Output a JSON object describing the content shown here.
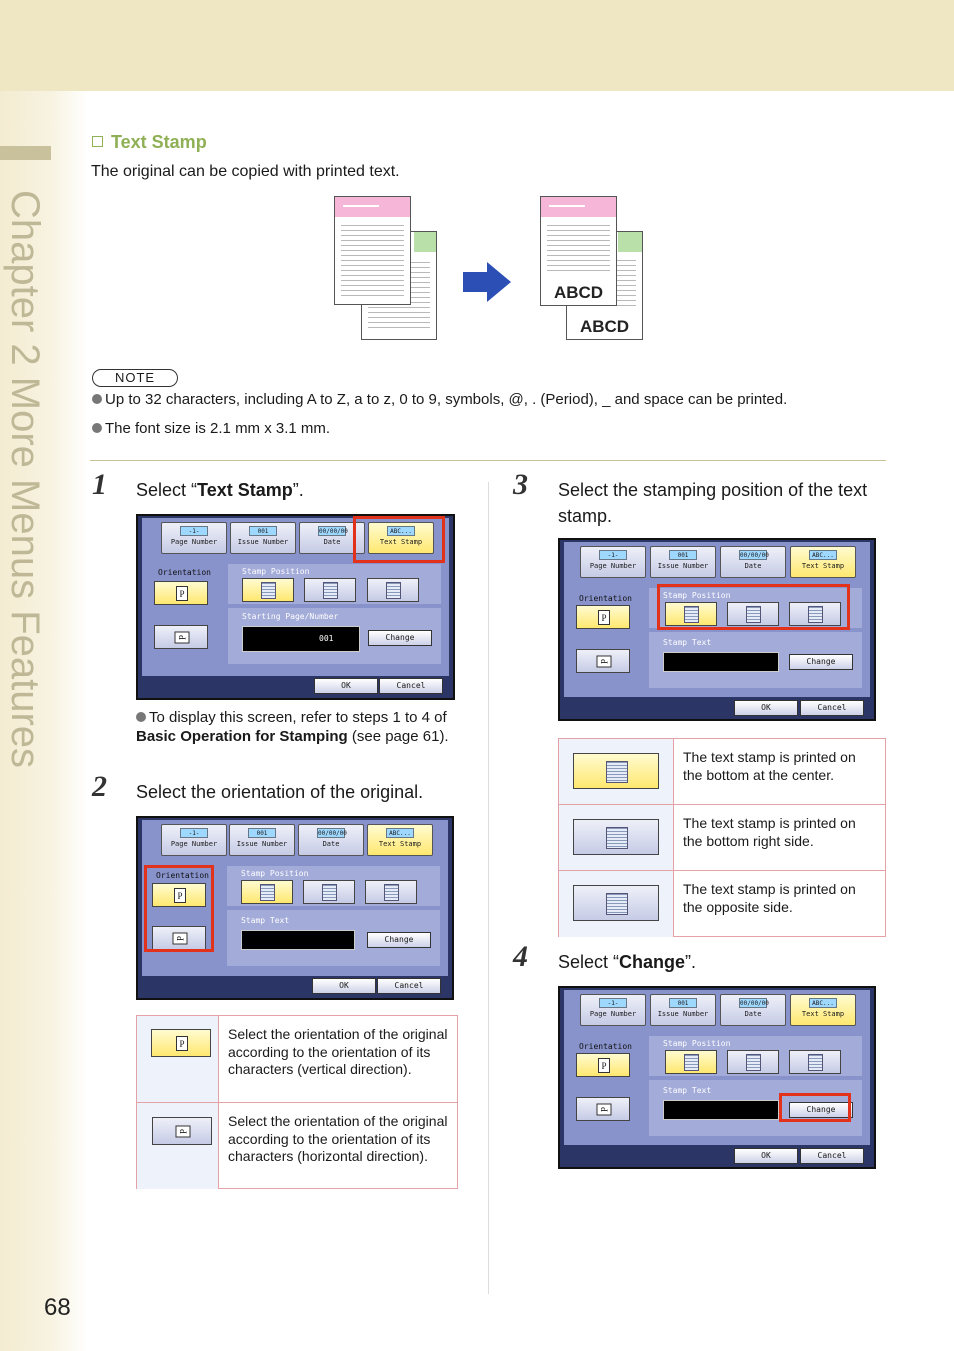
{
  "sidebar": {
    "chapter": "Chapter 2   More Menus Features",
    "page_number": "68"
  },
  "section": {
    "title": "Text Stamp",
    "intro": "The original can be copied with printed text."
  },
  "illustration": {
    "stamp_text": "ABCD"
  },
  "note": {
    "label": "NOTE",
    "items": [
      "Up to 32 characters, including A to Z, a to z, 0 to 9, symbols, @, . (Period), _ and space can be printed.",
      "The font size is 2.1 mm x 3.1 mm."
    ]
  },
  "steps": [
    {
      "num": "1",
      "pre": "Select “",
      "bold": "Text Stamp",
      "post": "”."
    },
    {
      "num": "2",
      "text": "Select the orientation of the original."
    },
    {
      "num": "3",
      "text": "Select the stamping position of the text stamp."
    },
    {
      "num": "4",
      "pre": "Select “",
      "bold": "Change",
      "post": "”."
    }
  ],
  "step1_note": {
    "pre": "To display this screen, refer to steps 1 to 4 of ",
    "bold": "Basic Operation for Stamping",
    "post": " (see page 61)."
  },
  "screen": {
    "tabs": {
      "page_number": "Page Number",
      "page_number_icon": "-1-",
      "issue_number": "Issue Number",
      "issue_number_icon": "001",
      "date": "Date",
      "date_icon": "00/00/00",
      "text_stamp": "Text Stamp",
      "text_stamp_icon": "ABC..."
    },
    "orientation": "Orientation",
    "orientation_v": "P",
    "orientation_h": "P",
    "stamp_position": "Stamp Position",
    "starting_page": "Starting Page/Number",
    "start_value": "001",
    "stamp_text": "Stamp Text",
    "change": "Change",
    "ok": "OK",
    "cancel": "Cancel"
  },
  "orientation_table": [
    {
      "text": "Select the orientation of the original according to the orientation of its characters (vertical direction)."
    },
    {
      "text": "Select the orientation of the original according to the orientation of its characters (horizontal direction)."
    }
  ],
  "position_table": [
    {
      "text": "The text stamp is printed on the bottom at the center."
    },
    {
      "text": "The text stamp is printed on the bottom right side."
    },
    {
      "text": "The text stamp is printed on the opposite side."
    }
  ],
  "colors": {
    "accent_green": "#8fb055",
    "highlight_red": "#e2321b",
    "page_band": "#efe7c4"
  }
}
